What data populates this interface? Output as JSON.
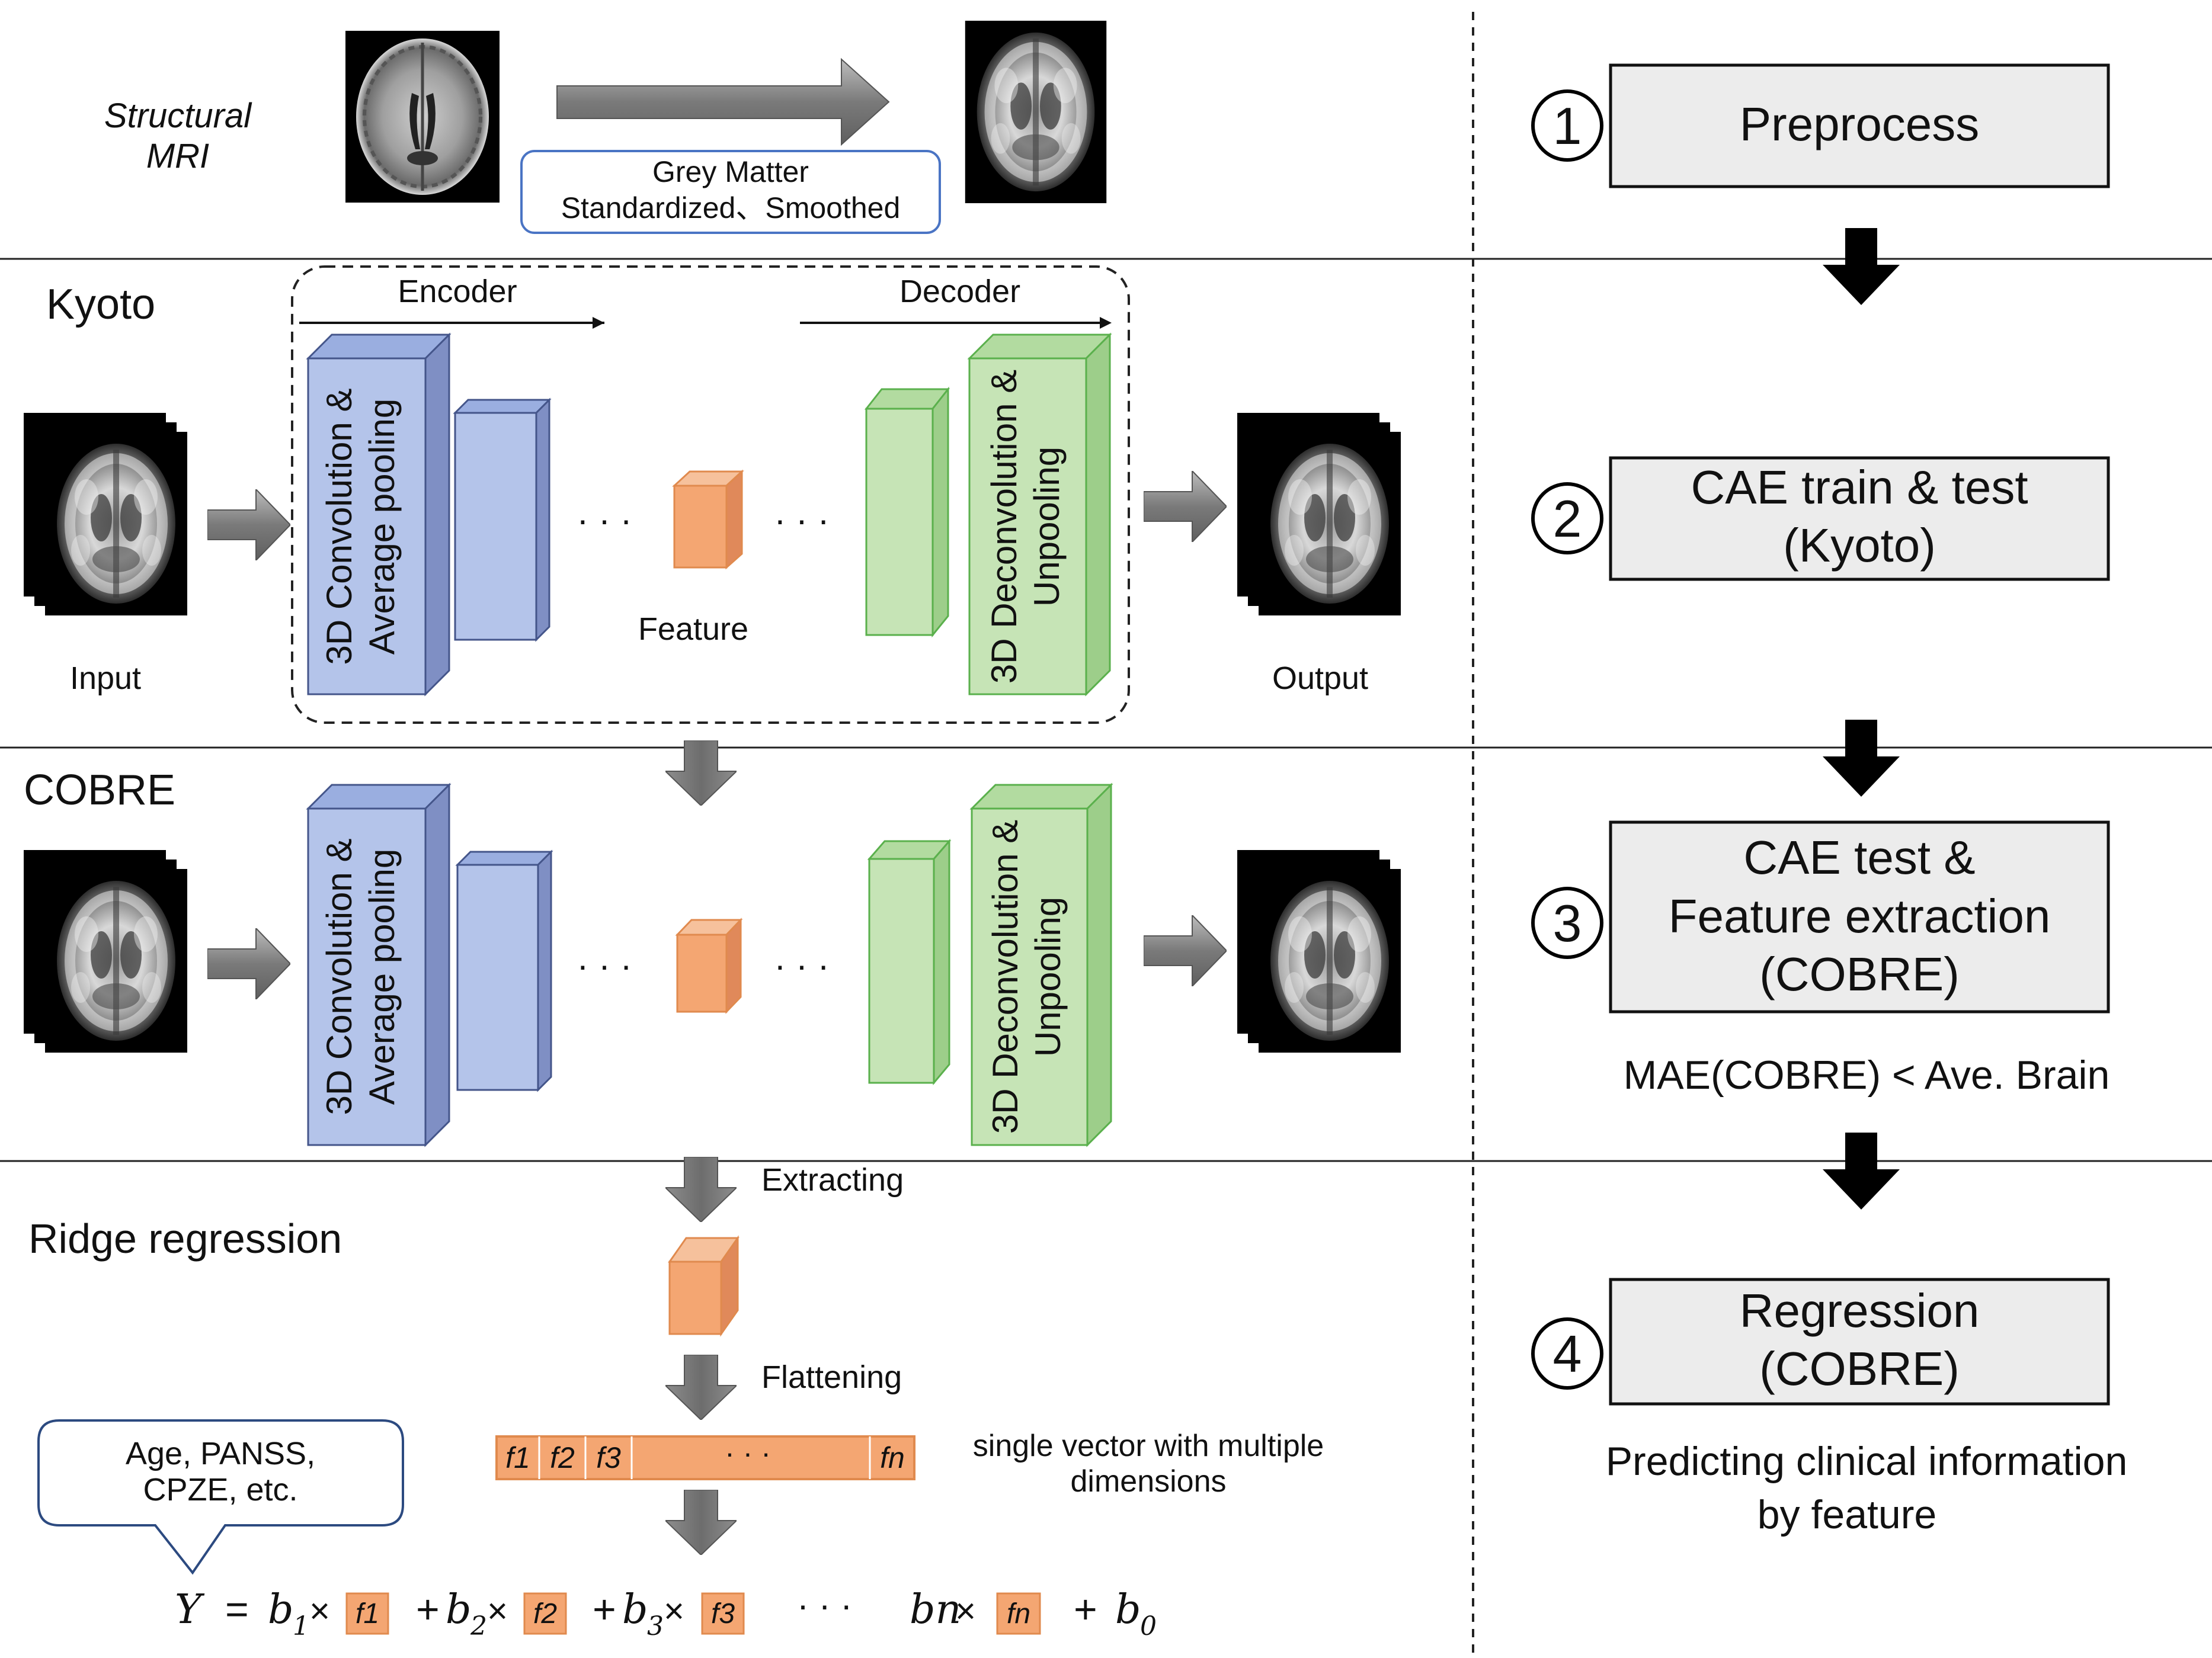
{
  "preprocess_row": {
    "label_line1": "Structural",
    "label_line2": "MRI",
    "callout_line1": "Grey Matter",
    "callout_line2": "Standardized、Smoothed"
  },
  "kyoto_row": {
    "title": "Kyoto",
    "encoder": "Encoder",
    "decoder": "Decoder",
    "conv_line1": "3D Convolution &",
    "conv_line2": "Average pooling",
    "deconv_line1": "3D Deconvolution &",
    "deconv_line2": "Unpooling",
    "feature": "Feature",
    "input": "Input",
    "output": "Output",
    "dots": "· · ·"
  },
  "cobre_row": {
    "title": "COBRE",
    "conv_line1": "3D Convolution &",
    "conv_line2": "Average pooling",
    "deconv_line1": "3D Deconvolution &",
    "deconv_line2": "Unpooling",
    "dots": "· · ·"
  },
  "ridge_row": {
    "title": "Ridge regression",
    "extracting": "Extracting",
    "flattening": "Flattening",
    "vector_cells": [
      "f1",
      "f2",
      "f3",
      "· · ·",
      "fn"
    ],
    "vector_note_line1": "single vector with multiple",
    "vector_note_line2": "dimensions",
    "bubble_line1": "Age, PANSS,",
    "bubble_line2": "CPZE, etc.",
    "eq_Y": "Y",
    "eq_eq": "=",
    "eq_b1": "b",
    "eq_sub1": "1",
    "eq_times": "×",
    "eq_plus": "+",
    "eq_b2": "b",
    "eq_sub2": "2",
    "eq_b3": "b",
    "eq_sub3": "3",
    "eq_dots": "· · ·",
    "eq_bn": "bn",
    "eq_b0": "b",
    "eq_sub0": "0",
    "eq_f1": "f1",
    "eq_f2": "f2",
    "eq_f3": "f3",
    "eq_fn": "fn"
  },
  "steps": [
    {
      "number": "1",
      "line1": "Preprocess",
      "line2": "",
      "line3": ""
    },
    {
      "number": "2",
      "line1": "CAE train & test",
      "line2": "(Kyoto)",
      "line3": ""
    },
    {
      "number": "3",
      "line1": "CAE test &",
      "line2": "Feature extraction",
      "line3": "(COBRE)"
    },
    {
      "number": "4",
      "line1": "Regression",
      "line2": "(COBRE)",
      "line3": ""
    }
  ],
  "step3_note": "MAE(COBRE) < Ave. Brain",
  "step4_note_line1": "Predicting clinical information",
  "step4_note_line2": "by feature",
  "colors": {
    "encoder_blue": "#b4c4ea",
    "encoder_blue_edge": "#44558a",
    "decoder_green": "#c6e4b6",
    "decoder_green_edge": "#5ab04c",
    "feature_orange": "#f4a672",
    "callout_border": "#4a74c4",
    "step_box_fill": "#ececec",
    "arrow_gray": "#7a7a7a"
  },
  "icons": [
    "mri-slice-icon",
    "grey-matter-slice-icon",
    "brain-stack-icon",
    "gray-arrow-icon",
    "black-down-arrow-icon",
    "feature-cube-icon"
  ]
}
